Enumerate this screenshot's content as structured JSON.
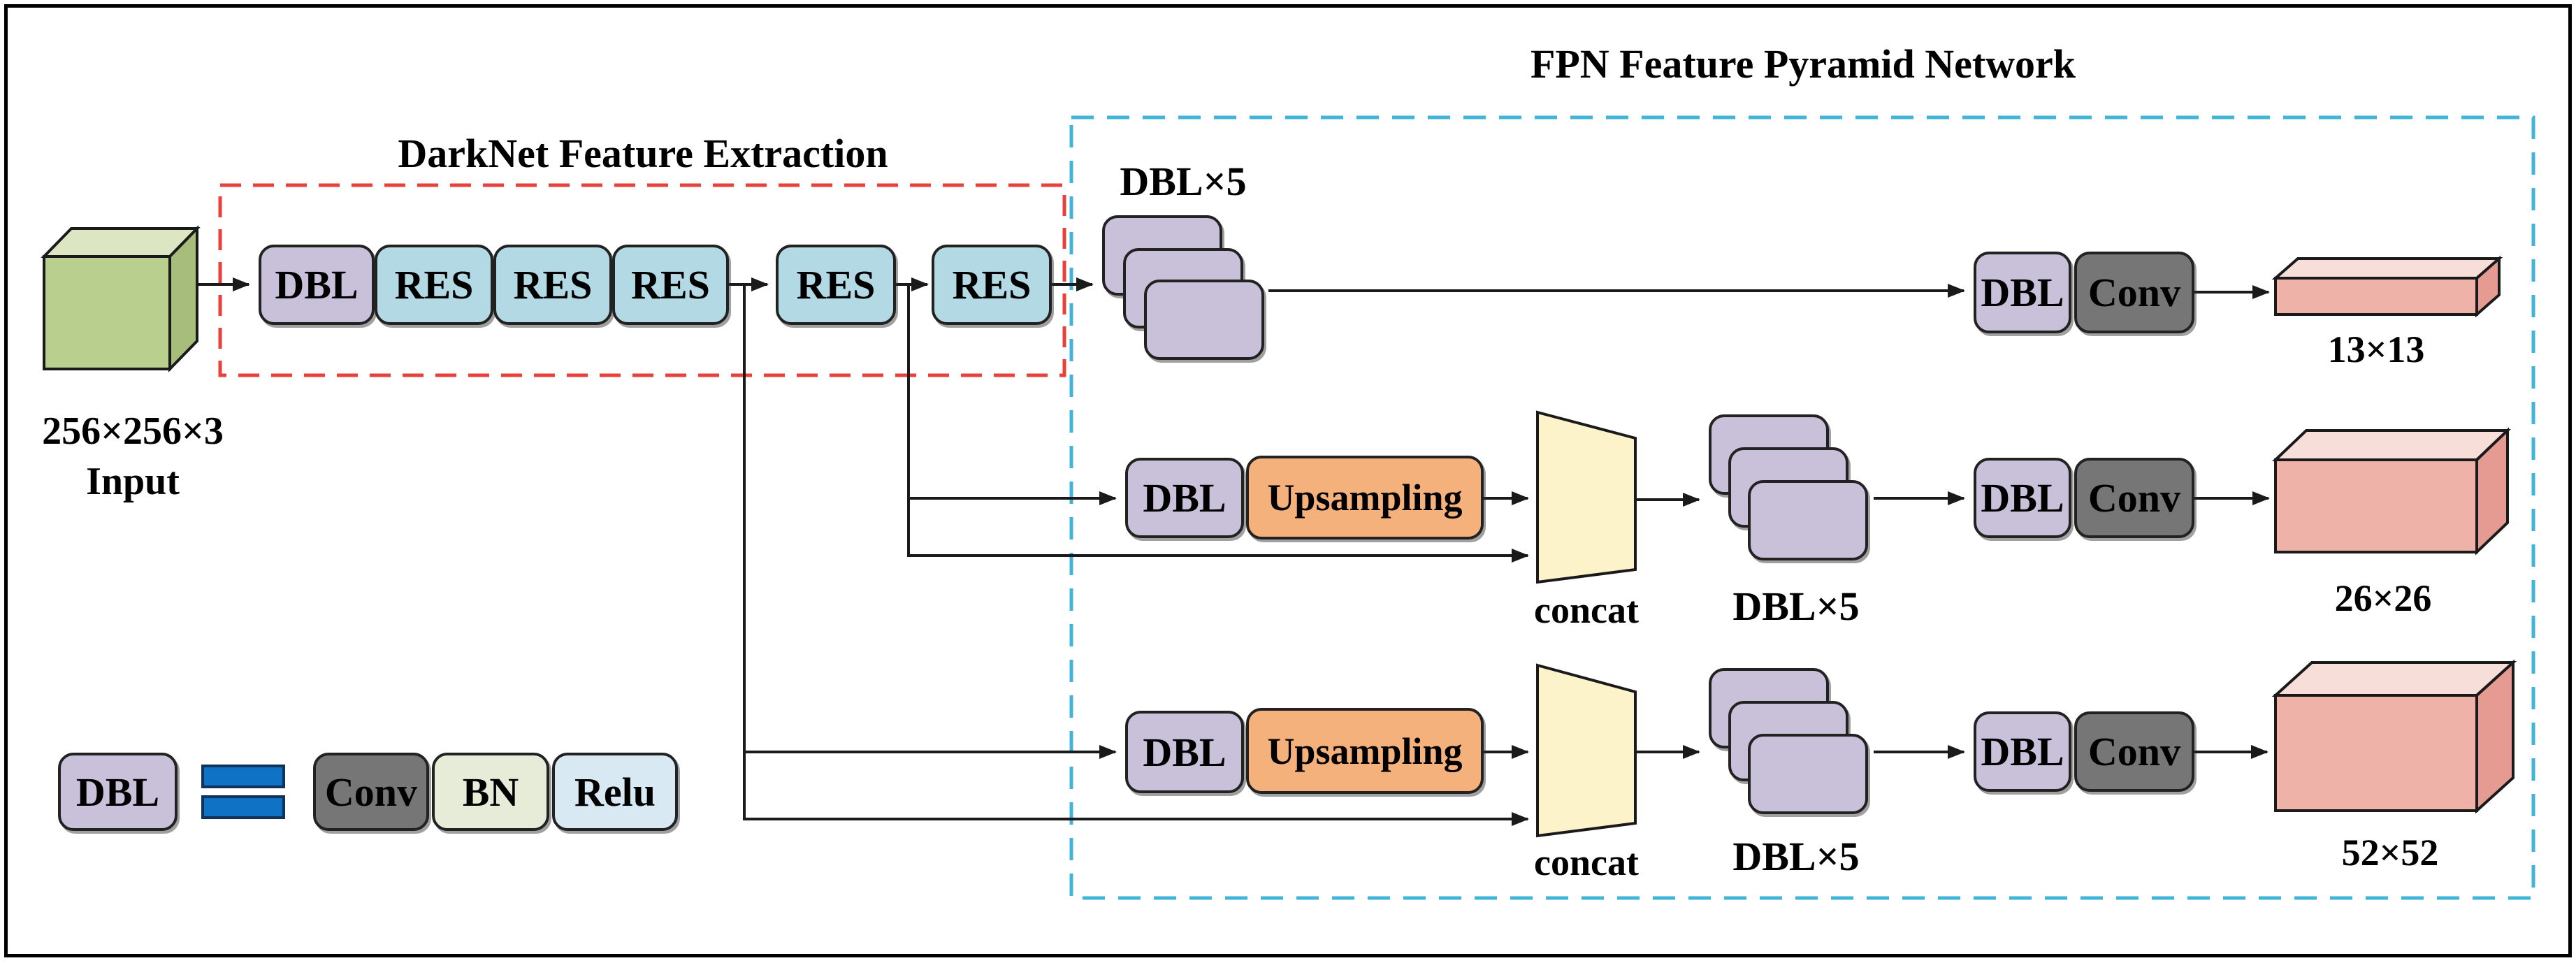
{
  "titles": {
    "fpn": "FPN Feature Pyramid Network",
    "darknet": "DarkNet Feature Extraction"
  },
  "input": {
    "dims": "256×256×3",
    "label": "Input"
  },
  "backbone": {
    "boxes": [
      "DBL",
      "RES",
      "RES",
      "RES",
      "RES",
      "RES"
    ]
  },
  "rows": {
    "r13": {
      "stack_label": "DBL×5",
      "dbl": "DBL",
      "conv": "Conv",
      "output": "13×13"
    },
    "r26": {
      "dbl": "DBL",
      "upsampling": "Upsampling",
      "concat": "concat",
      "stack_label": "DBL×5",
      "dbl2": "DBL",
      "conv": "Conv",
      "output": "26×26"
    },
    "r52": {
      "dbl": "DBL",
      "upsampling": "Upsampling",
      "concat": "concat",
      "stack_label": "DBL×5",
      "dbl2": "DBL",
      "conv": "Conv",
      "output": "52×52"
    }
  },
  "legend": {
    "dbl": "DBL",
    "conv": "Conv",
    "bn": "BN",
    "relu": "Relu"
  },
  "colors": {
    "lavender": "#c9c0d9",
    "res_blue": "#b3d9e4",
    "conv_gray": "#767676",
    "bn_green": "#e7ecd8",
    "relu_blue": "#d9e9f3",
    "upsampling_orange": "#f5b17c",
    "concat_yellow": "#fdf3cb",
    "output_pink": "#efb2a9",
    "output_pink_top": "#f8ded8",
    "output_pink_side": "#e59b92",
    "input_green": "#b9cf8e",
    "input_green_top": "#dce6c3",
    "input_green_side": "#a7bd7c",
    "equals_blue": "#0f72c4",
    "dashed_red": "#e8403b",
    "dashed_cyan": "#41b4da"
  }
}
